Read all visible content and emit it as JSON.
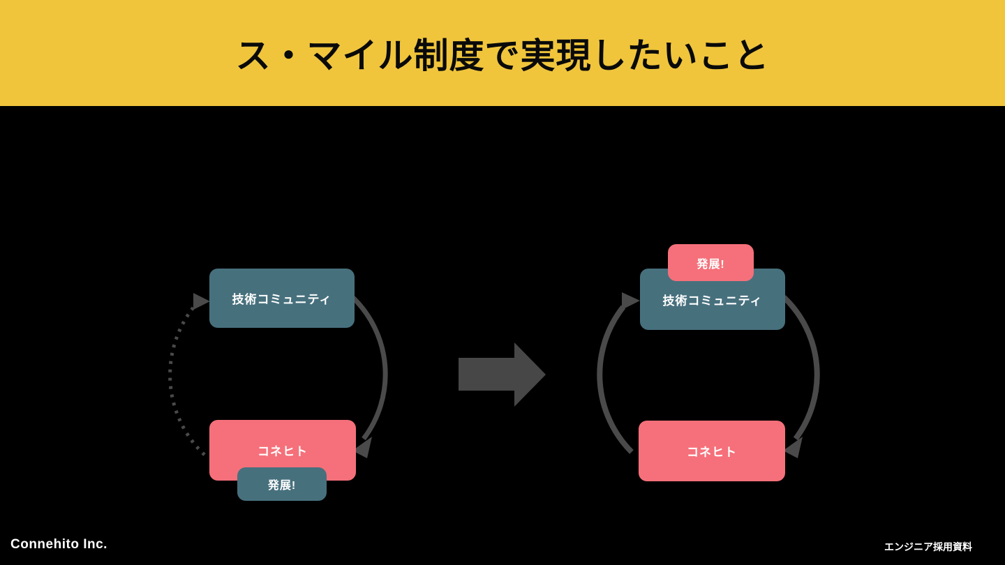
{
  "slide": {
    "title": "ス・マイル制度で実現したいこと"
  },
  "diagram_before": {
    "top_box": "技術コミュニティ",
    "bottom_box": "コネヒト",
    "growth_badge": "発展!"
  },
  "diagram_after": {
    "growth_badge": "発展!",
    "top_box": "技術コミュニティ",
    "bottom_box": "コネヒト"
  },
  "footer": {
    "left": "Connehito Inc.",
    "right": "エンジニア採用資料"
  },
  "icons": {
    "transition_arrow": "right-block-arrow",
    "before_left_arc": "dotted-cycle-arrow-up",
    "before_right_arc": "solid-cycle-arrow-down",
    "after_left_arc": "solid-cycle-arrow-up",
    "after_right_arc": "solid-cycle-arrow-down"
  },
  "colors": {
    "background": "#000000",
    "header_yellow": "#F0C53C",
    "title_text": "#0A0A0A",
    "teal_box": "#47707D",
    "pink_box": "#F5707A",
    "box_text": "#FFFFFF",
    "arrow_gray": "#4A4A4A",
    "block_arrow_gray": "#474747"
  }
}
